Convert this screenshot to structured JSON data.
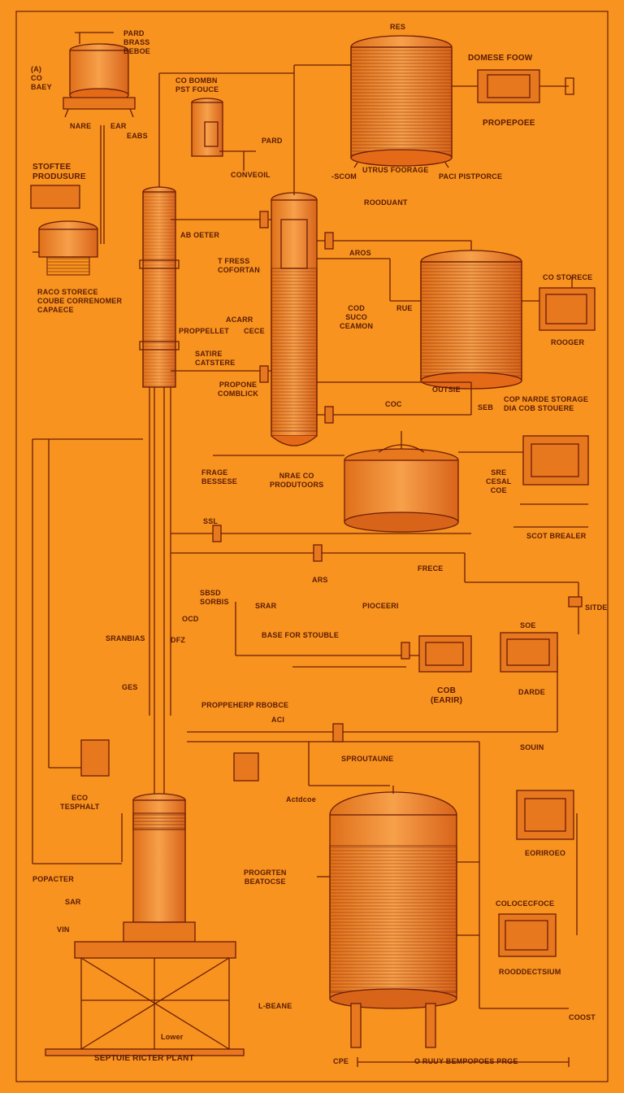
{
  "labels": {
    "top_left_tank_a": "PARD",
    "top_left_tank_b": "BRASS",
    "top_left_tank_c": "BEBOE",
    "left_co_a": "(A)",
    "left_co_b": "CO",
    "left_co_c": "BAEY",
    "nare": "NARE",
    "ear": "EAR",
    "eabs": "EABS",
    "co_bomb": "CO BOMBN",
    "pst_force": "PST FOUCE",
    "pard_mid": "PARD",
    "conveoil": "CONVEOIL",
    "res_top": "RES",
    "domese_foow": "DOMESE FOOW",
    "propepoee": "PROPEPOEE",
    "scom": "-SCOM",
    "utrus_foorage": "UTRUS FOORAGE",
    "pacl_pistporce": "PACl PISTPORCE",
    "stoftee": "STOFTEE",
    "produsure": "PRODUSURE",
    "roodulant": "ROODUANT",
    "ab_oeter": "AB OETER",
    "t_fress": "T FRESS",
    "cofortan": "COFORTAN",
    "race_storece_1": "RACO STORECE",
    "race_storece_2": "COUBE CORRENOMER",
    "race_storece_3": "CAPAECE",
    "aros": "AROS",
    "rue": "RUE",
    "co_storece": "CO STORECE",
    "rooger": "ROOGER",
    "acarr": "ACARR",
    "propellet": "PROPPELLET",
    "cece": "CECE",
    "cod": "COD",
    "suco": "SUCO",
    "ceamon": "CEAMON",
    "satire": "SATIRE",
    "catstere": "CATSTERE",
    "propone": "PROPONE",
    "comblick": "COMBLICK",
    "outsie": "OUTSIE",
    "coc": "COC",
    "seb": "SEB",
    "cop_narde": "COP NARDE STORAGE",
    "dia_cob": "DIA COB STOUERE",
    "frage": "FRAGE",
    "bessese": "BESSESE",
    "nrae_co": "NRAE CO",
    "productors": "PRODUTOORS",
    "sre": "SRE",
    "cesal": "CESAL",
    "coe": "COE",
    "ssl": "SSL",
    "scot_brealer": "SCOT BREALER",
    "ars": "ARS",
    "frece": "FRECE",
    "sitde": "SITDE",
    "sbsd": "SBSD",
    "srar": "SRAR",
    "sorbis": "SORBIS",
    "base_for_stouble": "BASE FOR STOUBLE",
    "piocereri": "PIOCEERI",
    "sranbias": "SRANBIAS",
    "dfz": "DFZ",
    "ocd": "OCD",
    "soe": "SOE",
    "cbs_earir": "COB",
    "earir": "(EARIR)",
    "darde": "DARDE",
    "ges": "GES",
    "proppeherp": "PROPPEHERP RBOBCE",
    "aci": "ACI",
    "souin": "SOUIN",
    "sproutaune": "SPROUTAUNE",
    "eco": "ECO",
    "tesphalt": "TESPHALT",
    "acatdee": "Actdcoe",
    "eoriroeo": "EORIROEO",
    "popacter": "POPACTER",
    "peogrten": "PROGRTEN",
    "beatocse": "BEATOCSE",
    "colocecfoce": "COLOCECFOCE",
    "rooddectsium": "ROODDECTSIUM",
    "sar": "SAR",
    "vin": "VIN",
    "l_beane": "L-BEANE",
    "lower": "Lower",
    "coost": "COOST",
    "septuie": "SEPTUIE RICTER PLANT",
    "bottom_mid": "O RUUY BEMPOPOES PRGE",
    "bottom_cpe": "CPE"
  }
}
